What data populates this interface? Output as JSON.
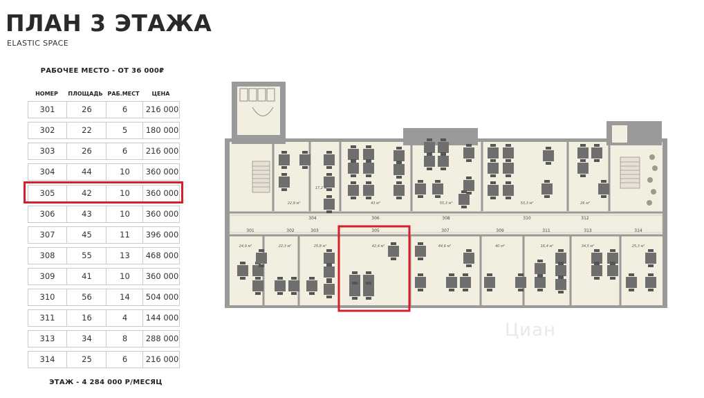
{
  "header": {
    "title": "ПЛАН 3 ЭТАЖА",
    "subtitle": "ELASTIC SPACE"
  },
  "pricing": {
    "workplace_line": "РАБОЧЕЕ МЕСТО - ОТ 36 000₽",
    "floor_total": "ЭТАЖ - 4 284 000 Р/МЕСЯЦ"
  },
  "table": {
    "columns": [
      "НОМЕР",
      "ПЛОЩАДЬ",
      "РАБ.МЕСТ",
      "ЦЕНА"
    ],
    "rows": [
      [
        "301",
        "26",
        "6",
        "216 000"
      ],
      [
        "302",
        "22",
        "5",
        "180 000"
      ],
      [
        "303",
        "26",
        "6",
        "216 000"
      ],
      [
        "304",
        "44",
        "10",
        "360 000"
      ],
      [
        "305",
        "42",
        "10",
        "360 000"
      ],
      [
        "306",
        "43",
        "10",
        "360 000"
      ],
      [
        "307",
        "45",
        "11",
        "396 000"
      ],
      [
        "308",
        "55",
        "13",
        "468 000"
      ],
      [
        "309",
        "41",
        "10",
        "360 000"
      ],
      [
        "310",
        "56",
        "14",
        "504 000"
      ],
      [
        "311",
        "16",
        "4",
        "144 000"
      ],
      [
        "313",
        "34",
        "8",
        "288 000"
      ],
      [
        "314",
        "25",
        "6",
        "216 000"
      ]
    ],
    "highlighted_room": "305"
  },
  "floorplan": {
    "top_rooms": [
      {
        "number": "304",
        "area": "22,9 м²"
      },
      {
        "number": "306",
        "area": "43 м²"
      },
      {
        "number": "308",
        "area": "55,3 м²"
      },
      {
        "number": "310",
        "area": "53,3 м²"
      },
      {
        "number": "312",
        "area": "26 м²"
      }
    ],
    "extra_top_area": "17,2 м²",
    "bottom_rooms": [
      {
        "number": "301",
        "area": "24,9 м²"
      },
      {
        "number": "302",
        "area": "22,3 м²"
      },
      {
        "number": "303",
        "area": "25,8 м²"
      },
      {
        "number": "305",
        "area": "42,4 м²"
      },
      {
        "number": "307",
        "area": "44,6 м²"
      },
      {
        "number": "309",
        "area": "40 м²"
      },
      {
        "number": "311",
        "area": "16,4 м²"
      },
      {
        "number": "313",
        "area": "34,5 м²"
      },
      {
        "number": "314",
        "area": "25,3 м²"
      }
    ]
  },
  "colors": {
    "highlight": "#d3202a",
    "wall": "#8e8e8e",
    "floor": "#f3efe0",
    "desk": "#6f6f6f"
  }
}
